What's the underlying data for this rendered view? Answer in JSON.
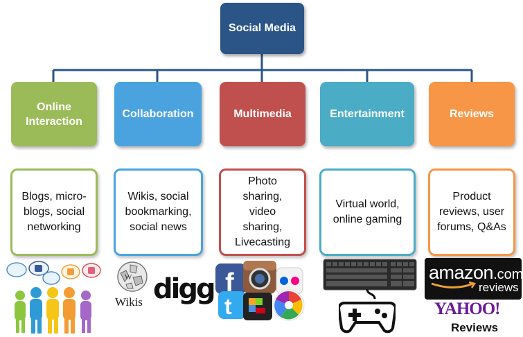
{
  "root": {
    "label": "Social Media",
    "color": "#2b5587"
  },
  "categories": [
    {
      "label": "Online Interaction",
      "color": "#9bbb59",
      "description": "Blogs, micro-blogs, social networking"
    },
    {
      "label": "Collaboration",
      "color": "#4aa3df",
      "description": "Wikis, social bookmarking, social news"
    },
    {
      "label": "Multimedia",
      "color": "#c0504d",
      "description": "Photo sharing, video sharing, Livecasting"
    },
    {
      "label": "Entertainment",
      "color": "#4bacc6",
      "description": "Virtual world, online gaming"
    },
    {
      "label": "Reviews",
      "color": "#f79646",
      "description": "Product reviews, user forums, Q&As"
    }
  ],
  "connector_color": "#2b5587",
  "logos": {
    "wikipedia": "Wikis",
    "digg": "digg",
    "amazon_word": "amazon",
    "amazon_tld": ".com",
    "amazon_sub": "reviews",
    "yahoo": "YAHOO!",
    "yahoo_caption": "Reviews"
  },
  "icons": [
    "people-speech-bubbles-icon",
    "wikipedia-globe-icon",
    "facebook-icon",
    "instagram-icon",
    "flickr-icon",
    "twitter-icon",
    "picasa-icon",
    "keyboard-icon",
    "gamepad-icon"
  ]
}
